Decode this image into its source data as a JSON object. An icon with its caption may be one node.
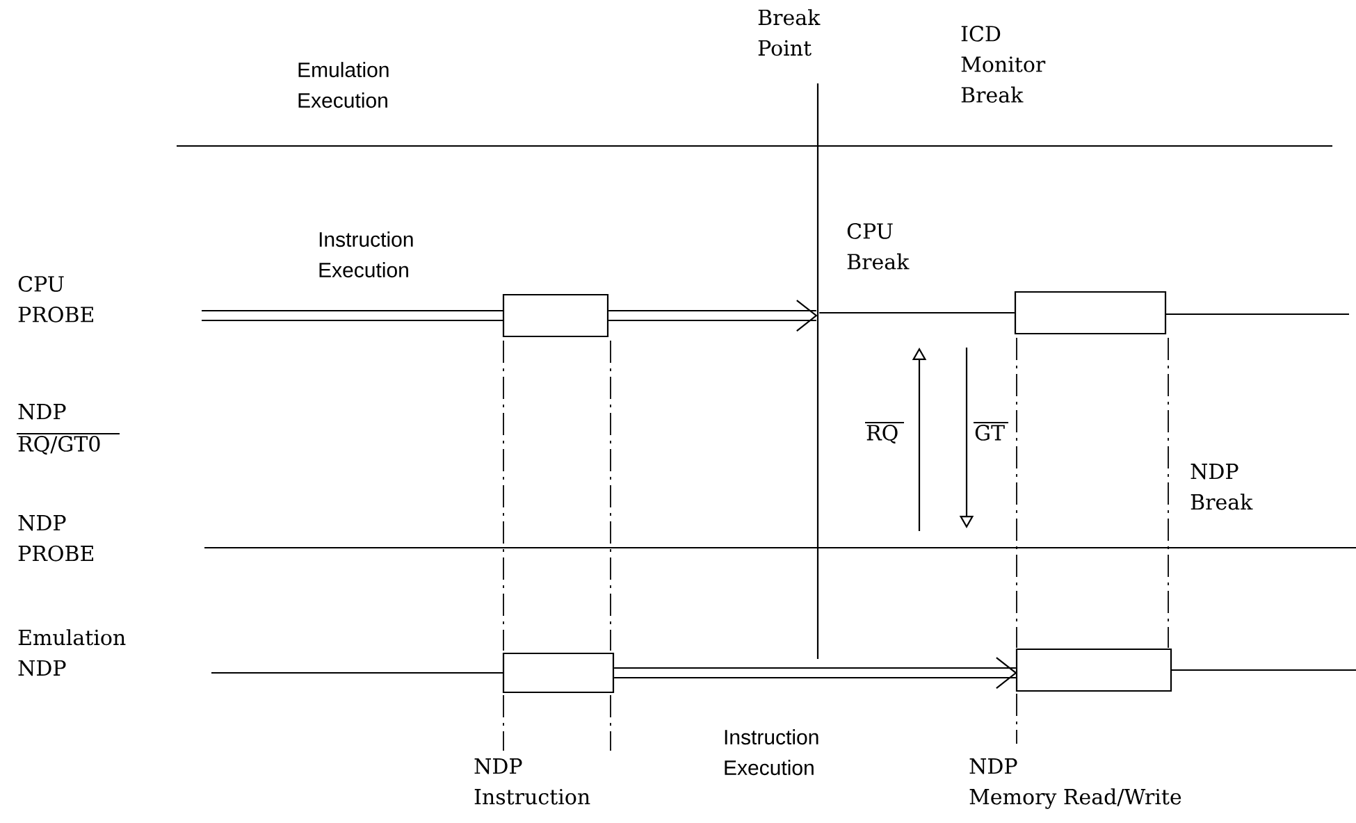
{
  "diagram": {
    "nodes": [
      {
        "text": [],
        "shape": "box"
      },
      {
        "text": [],
        "shape": "box"
      },
      {
        "text": [],
        "shape": "box",
        "beside": [
          "NDP Instruction"
        ]
      },
      {
        "text": [],
        "shape": "box",
        "beside": [
          "NDP Memory Read/Write"
        ]
      },
      {
        "text": [],
        "shape": "bar",
        "beside": [
          "Break Point"
        ]
      }
    ],
    "edges": [
      {
        "from": 0,
        "to": 4,
        "arrow": "to"
      },
      {
        "from": 2,
        "to": 3,
        "arrow": "to",
        "label": "Instruction Execution"
      },
      {
        "from": 4,
        "to": 1,
        "arrow": "none"
      }
    ],
    "labels": [
      "Emulation Execution",
      "ICD Monitor Break",
      "Instruction Execution",
      "CPU Break",
      "CPU PROBE",
      "NDP",
      "RQ/GT0",
      "RQ",
      "GT",
      "NDP Break",
      "NDP PROBE",
      "Emulation NDP"
    ]
  }
}
